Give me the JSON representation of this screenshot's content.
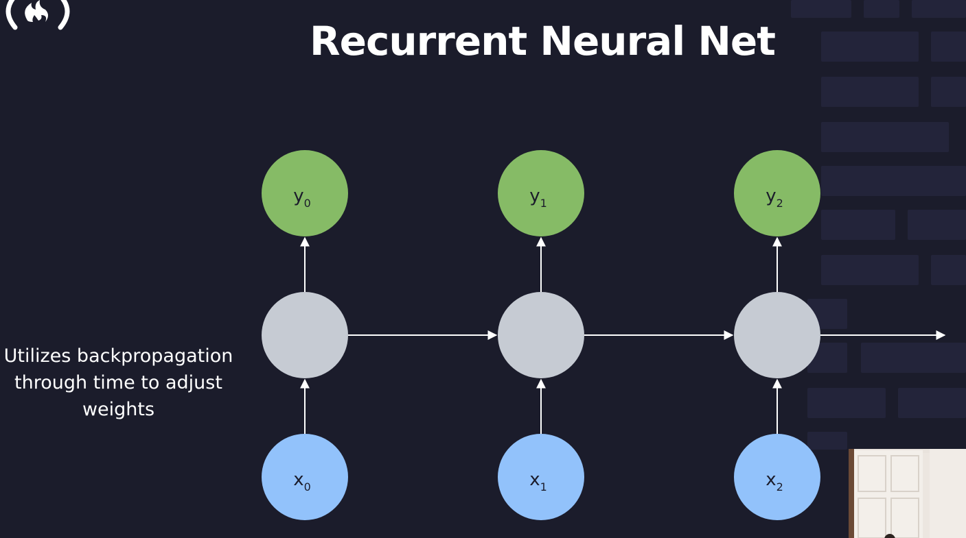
{
  "slide": {
    "title": "Recurrent Neural Net",
    "side_note": "Utilizes backpropagation through time to adjust weights"
  },
  "colors": {
    "background": "#1b1c2b",
    "output_node": "#86bb66",
    "hidden_node": "#c6cbd3",
    "input_node": "#92c2fb",
    "arrow": "#ffffff"
  },
  "logo": {
    "icon": "freecodecamp-flame-icon"
  },
  "diagram": {
    "steps": [
      {
        "output": {
          "base": "y",
          "sub": "0"
        },
        "input": {
          "base": "x",
          "sub": "0"
        }
      },
      {
        "output": {
          "base": "y",
          "sub": "1"
        },
        "input": {
          "base": "x",
          "sub": "1"
        }
      },
      {
        "output": {
          "base": "y",
          "sub": "2"
        },
        "input": {
          "base": "x",
          "sub": "2"
        }
      }
    ]
  }
}
